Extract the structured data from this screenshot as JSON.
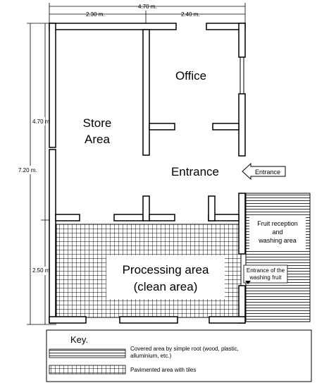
{
  "dimensions": {
    "total_width": "4.70 m.",
    "left_width": "2.30 m.",
    "right_width": "2.40 m.",
    "total_height": "7.20 m.",
    "upper_height": "4.70 m.",
    "lower_height": "2.50 m."
  },
  "rooms": {
    "office": "Office",
    "store_line1": "Store",
    "store_line2": "Area",
    "entrance": "Entrance",
    "entrance_arrow": "Entrance",
    "processing_line1": "Processing area",
    "processing_line2": "(clean area)",
    "fruit_line1": "Fruit reception",
    "fruit_line2": "and",
    "fruit_line3": "washing area",
    "washing_entrance_line1": "Entrance of the",
    "washing_entrance_line2": "washing fruit"
  },
  "key": {
    "title": "Key.",
    "covered_line1": "Covered area by simple root (wood, plastic,",
    "covered_line2": "alluminium, etc.)",
    "tiles": "Pavimented area with tiles"
  }
}
